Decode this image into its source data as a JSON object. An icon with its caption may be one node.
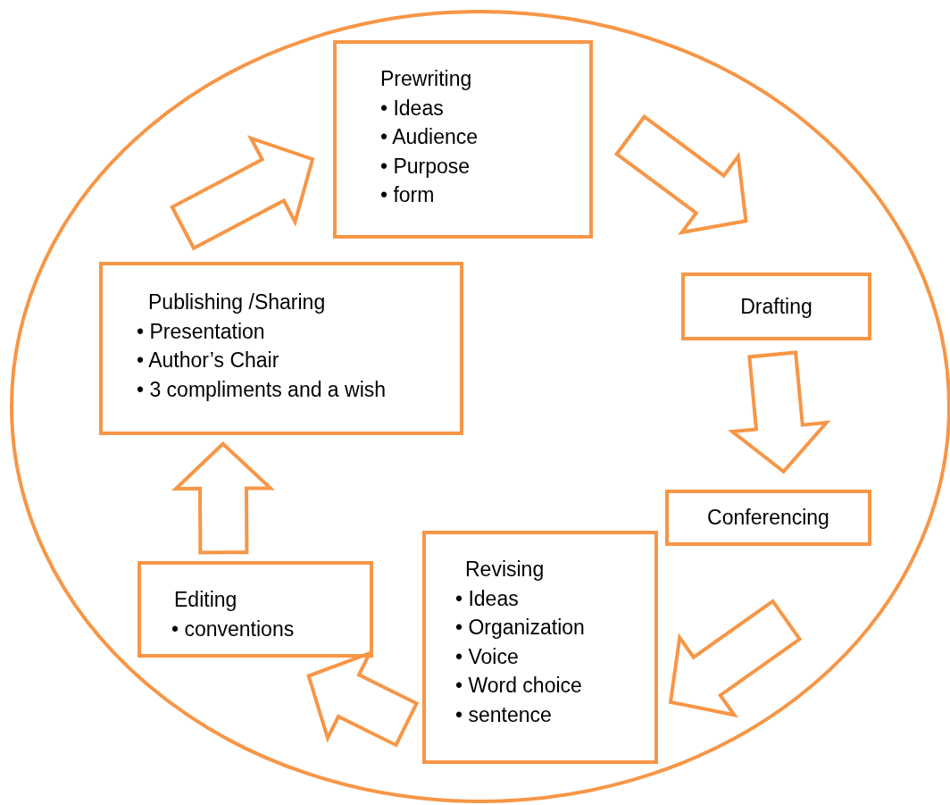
{
  "diagram": {
    "nodes": [
      {
        "text": [
          "Prewriting",
          "• Ideas",
          "• Audience",
          "• Purpose",
          "• form"
        ]
      },
      {
        "text": [
          "Drafting"
        ]
      },
      {
        "text": [
          "Conferencing"
        ]
      },
      {
        "text": [
          "Revising",
          "• Ideas",
          "• Organization",
          "• Voice",
          "• Word choice",
          "• sentence"
        ]
      },
      {
        "text": [
          "Editing",
          "• conventions"
        ]
      },
      {
        "text": [
          "Publishing /Sharing",
          "• Presentation",
          "• Author’s Chair",
          "• 3 compliments and a wish"
        ]
      }
    ],
    "edges": [
      {
        "from": 0,
        "to": 1,
        "arrow": "to"
      },
      {
        "from": 1,
        "to": 2,
        "arrow": "to"
      },
      {
        "from": 2,
        "to": 3,
        "arrow": "to"
      },
      {
        "from": 3,
        "to": 4,
        "arrow": "to"
      },
      {
        "from": 4,
        "to": 5,
        "arrow": "to"
      },
      {
        "from": 5,
        "to": 0,
        "arrow": "to"
      }
    ]
  }
}
